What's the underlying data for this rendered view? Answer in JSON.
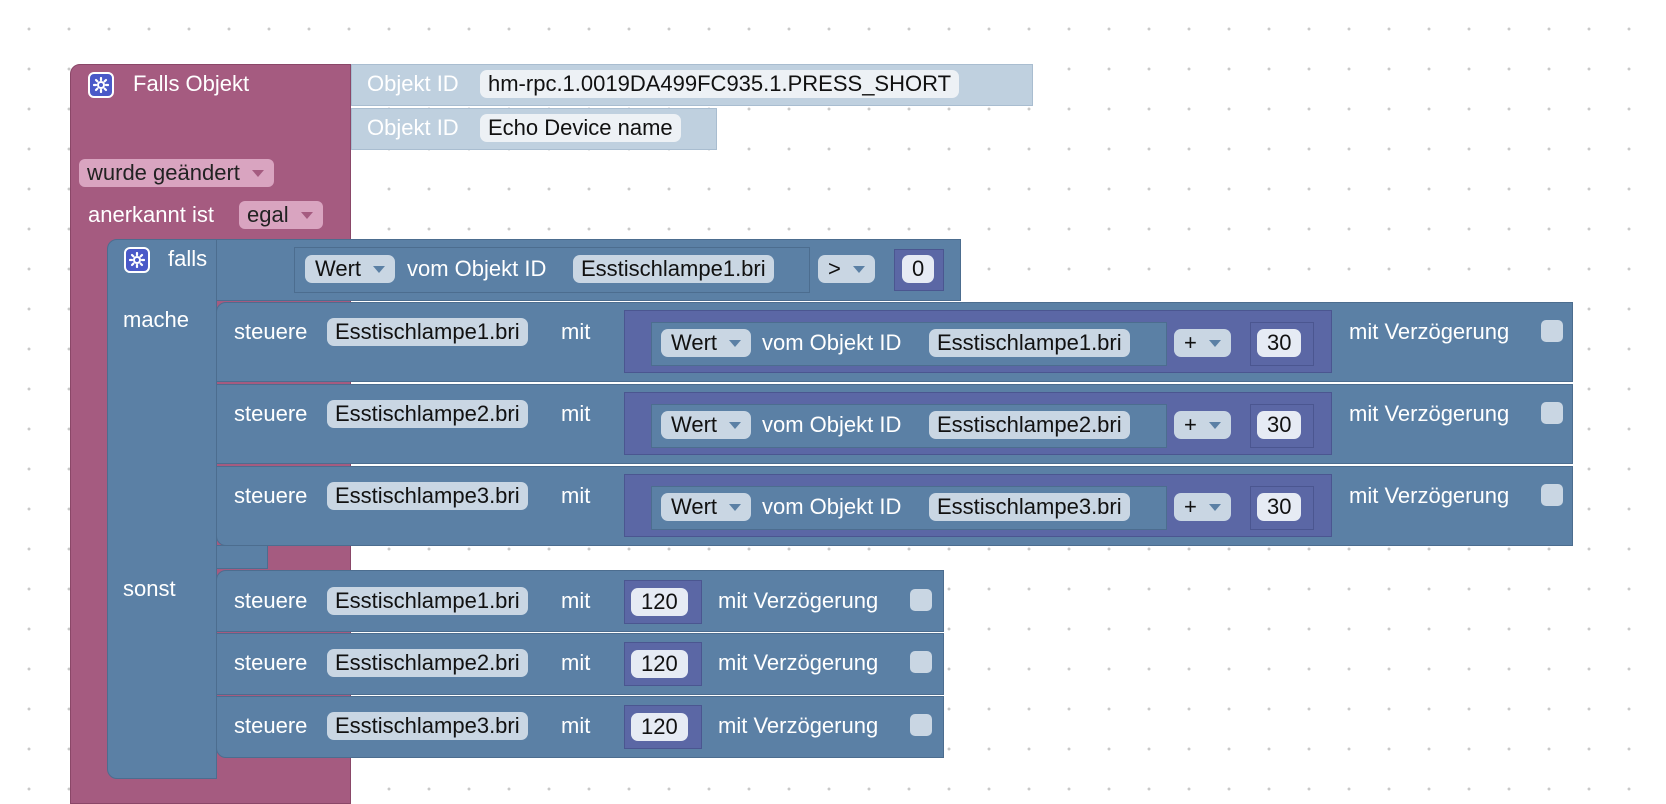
{
  "event_block": {
    "title": "Falls Objekt",
    "object_id_label_1": "Objekt ID",
    "object_id_1": "hm-rpc.1.0019DA499FC935.1.PRESS_SHORT",
    "object_id_label_2": "Objekt ID",
    "object_id_2": "Echo Device name",
    "trigger": "wurde geändert",
    "ack_label": "anerkannt ist",
    "ack_value": "egal"
  },
  "if_block": {
    "if_label": "falls",
    "do_label": "mache",
    "else_label": "sonst",
    "condition": {
      "value_field": "Wert",
      "of_object_label": "vom Objekt ID",
      "object_id": "Esstischlampe1.bri",
      "operator": ">",
      "compare_value": "0"
    }
  },
  "labels": {
    "control": "steuere",
    "with": "mit",
    "delay": "mit Verzögerung",
    "value_field": "Wert",
    "of_object": "vom Objekt ID",
    "plus": "+"
  },
  "do_rows": [
    {
      "target": "Esstischlampe1.bri",
      "source": "Esstischlampe1.bri",
      "add": "30"
    },
    {
      "target": "Esstischlampe2.bri",
      "source": "Esstischlampe2.bri",
      "add": "30"
    },
    {
      "target": "Esstischlampe3.bri",
      "source": "Esstischlampe3.bri",
      "add": "30"
    }
  ],
  "else_rows": [
    {
      "target": "Esstischlampe1.bri",
      "value": "120"
    },
    {
      "target": "Esstischlampe2.bri",
      "value": "120"
    },
    {
      "target": "Esstischlampe3.bri",
      "value": "120"
    }
  ],
  "colors": {
    "event": "#a55b80",
    "logic": "#5b80a5",
    "value": "#5b67a5",
    "id_block": "#bfd0df"
  },
  "icons": {
    "settings": "gear-icon",
    "dropdown": "chevron-down-icon",
    "checkbox": "checkbox-icon"
  }
}
